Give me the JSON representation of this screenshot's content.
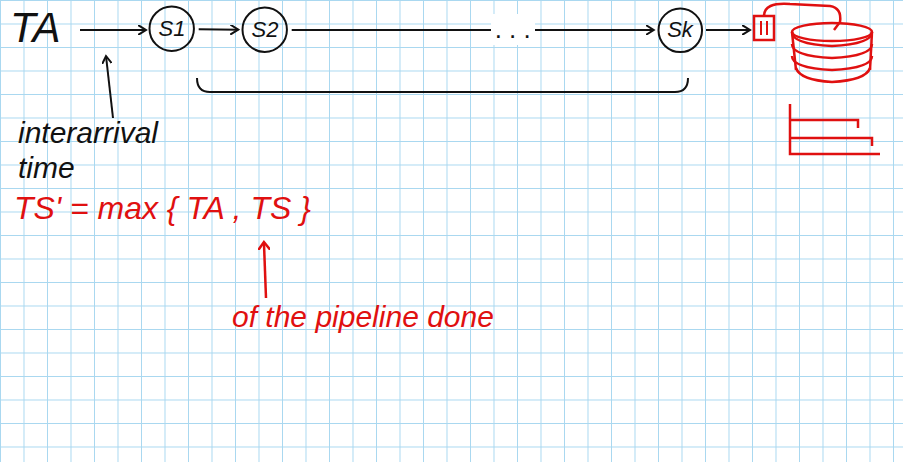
{
  "diagram": {
    "nodes": [
      {
        "text": [
          "S1"
        ]
      },
      {
        "text": [
          "S2"
        ]
      },
      {
        "text": [
          "Sk"
        ]
      }
    ],
    "edges": [
      {
        "from": 0,
        "to": 1,
        "arrow": "to"
      },
      {
        "from": 1,
        "to": 2,
        "arrow": "to",
        "label": ". . ."
      }
    ],
    "labels": [
      "TA",
      "interarrival time",
      "TS' = max { TA , TS }",
      "of the pipeline done"
    ]
  }
}
